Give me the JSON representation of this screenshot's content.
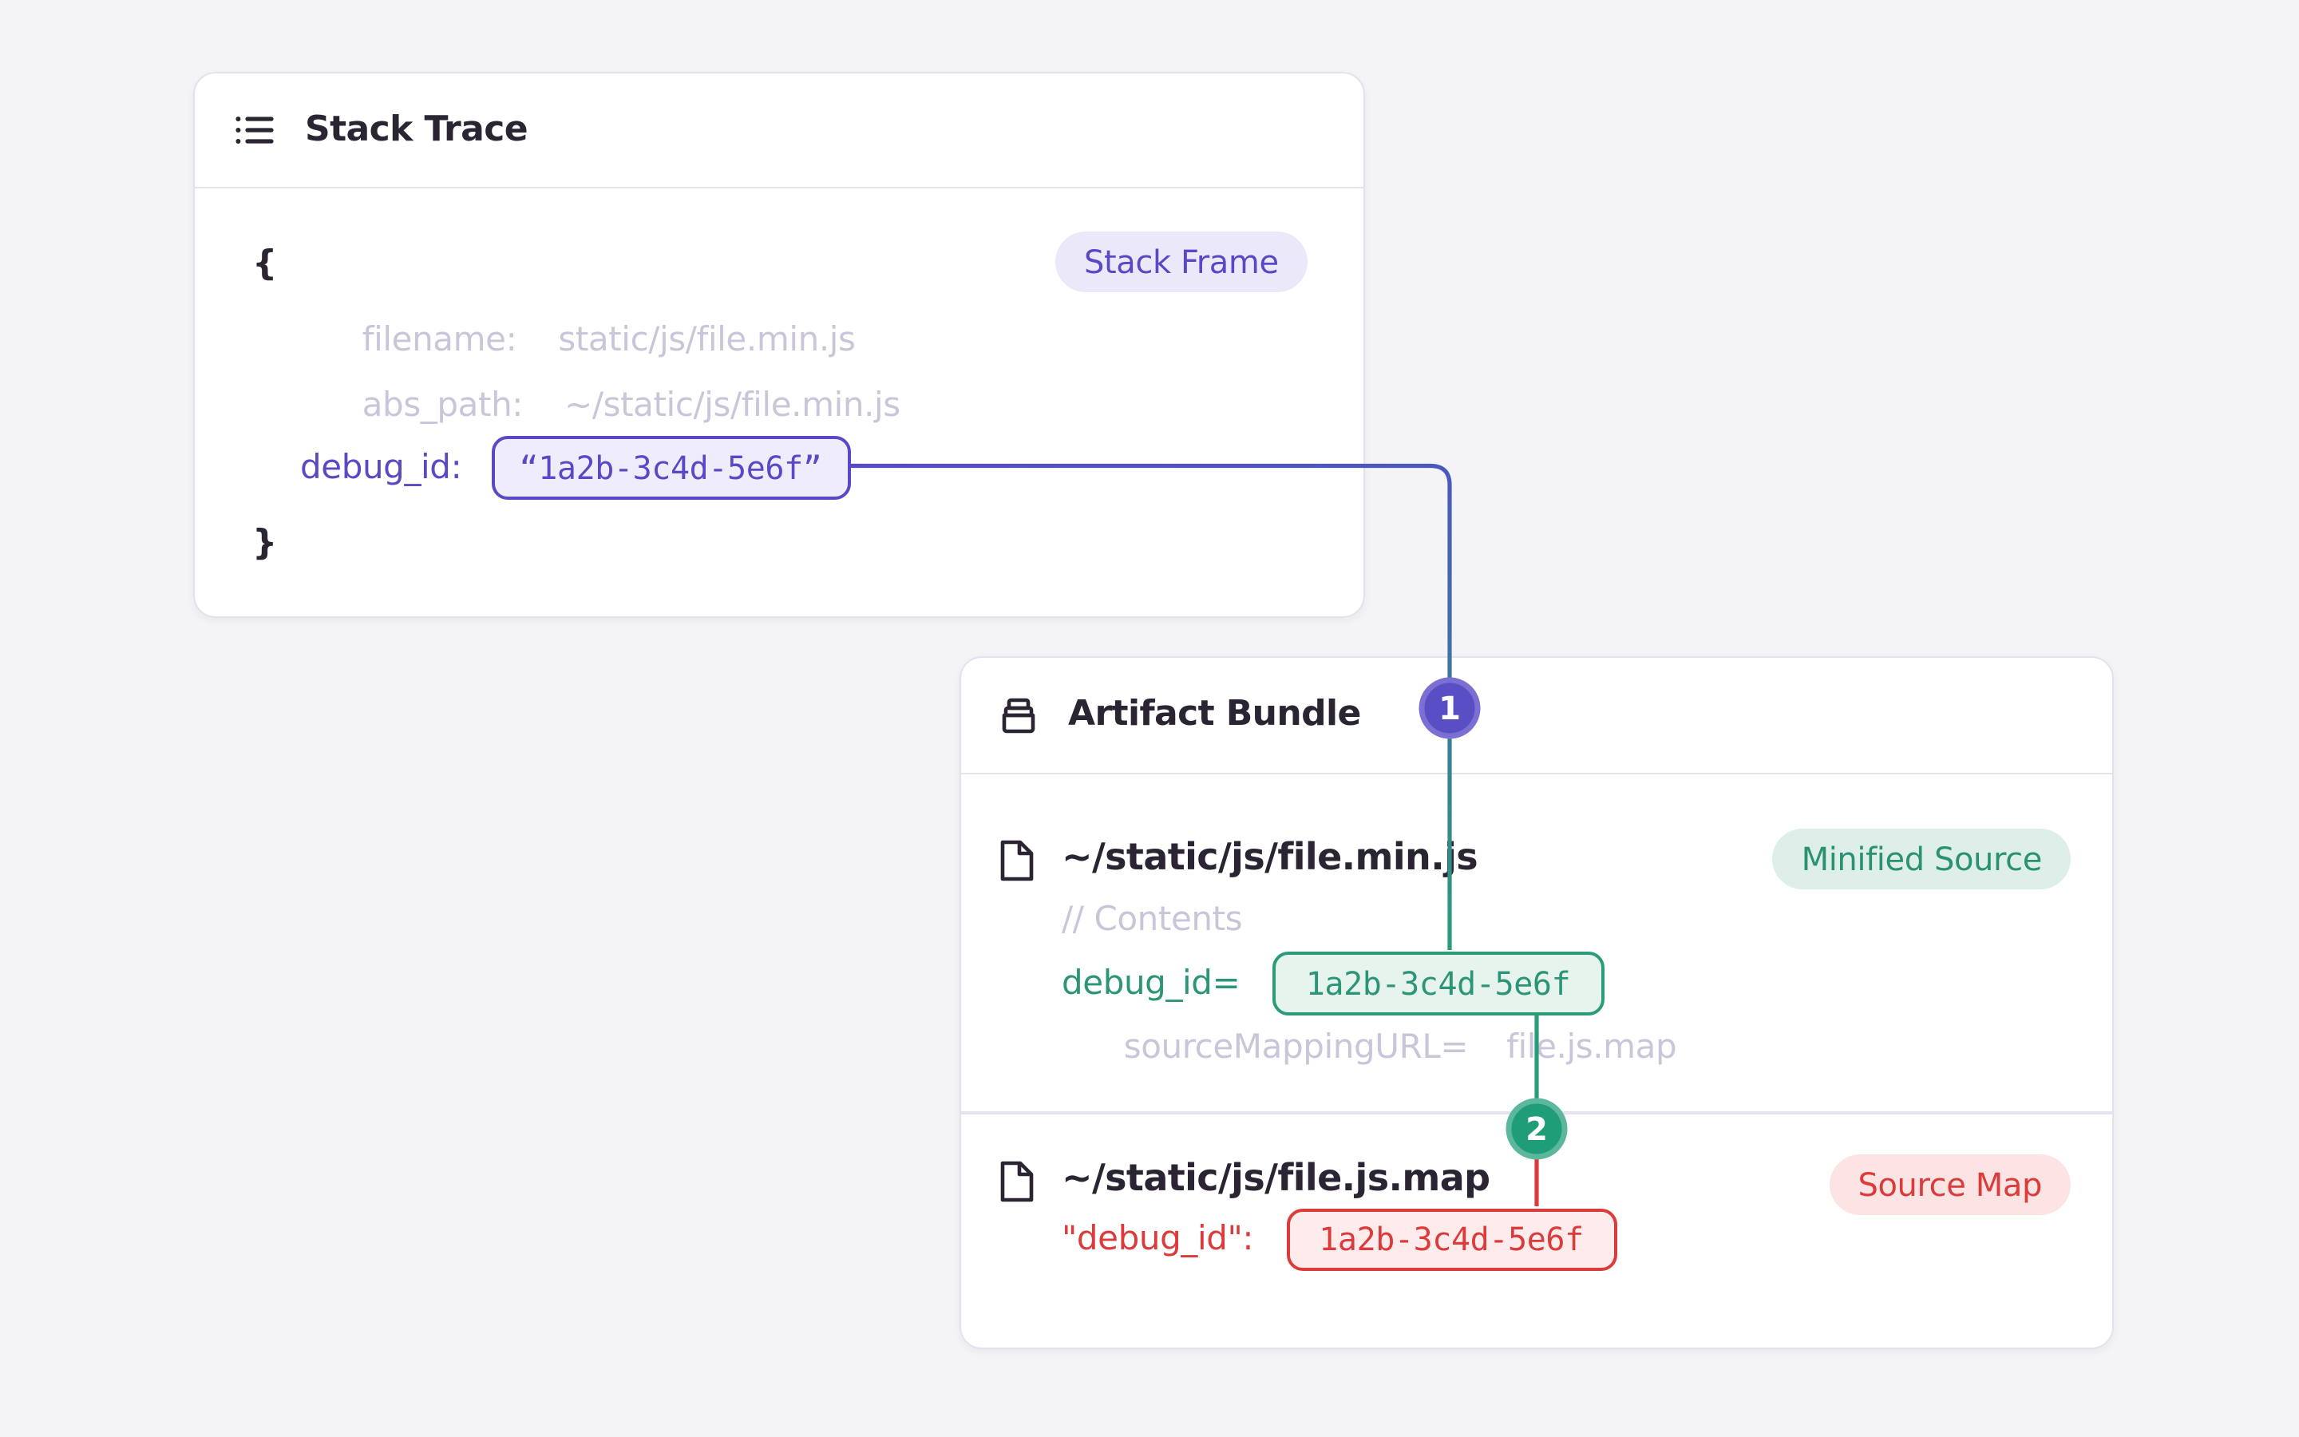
{
  "page": {
    "background": "#f4f4f6",
    "description_colors": {
      "accent_purple": "#5a49c6",
      "accent_green": "#2a9c7a",
      "accent_red": "#dc3b3b",
      "text_dark": "#2b2433",
      "text_muted": "#cbc5d9"
    }
  },
  "stack_trace": {
    "title": "Stack Trace",
    "icon": "list-icon",
    "frame_badge": "Stack Frame",
    "open_brace": "{",
    "close_brace": "}",
    "filename_label": "filename:",
    "filename_value": "static/js/file.min.js",
    "abs_path_label": "abs_path:",
    "abs_path_value": "~/static/js/file.min.js",
    "debug_id_label": "debug_id:",
    "debug_id_value": "“1a2b-3c4d-5e6f”"
  },
  "artifact_bundle": {
    "title": "Artifact Bundle",
    "icon": "archive-icon",
    "minified_file": {
      "path": "~/static/js/file.min.js",
      "badge": "Minified Source",
      "comment": "// Contents",
      "debug_id_label": "debug_id=",
      "debug_id_value": "1a2b-3c4d-5e6f",
      "source_mapping_label": "sourceMappingURL=",
      "source_mapping_value": "file.js.map"
    },
    "source_map_file": {
      "path": "~/static/js/file.js.map",
      "badge": "Source Map",
      "debug_id_label": "\"debug_id\":",
      "debug_id_value": "1a2b-3c4d-5e6f"
    }
  },
  "connectors": {
    "step1": "1",
    "step2": "2"
  }
}
